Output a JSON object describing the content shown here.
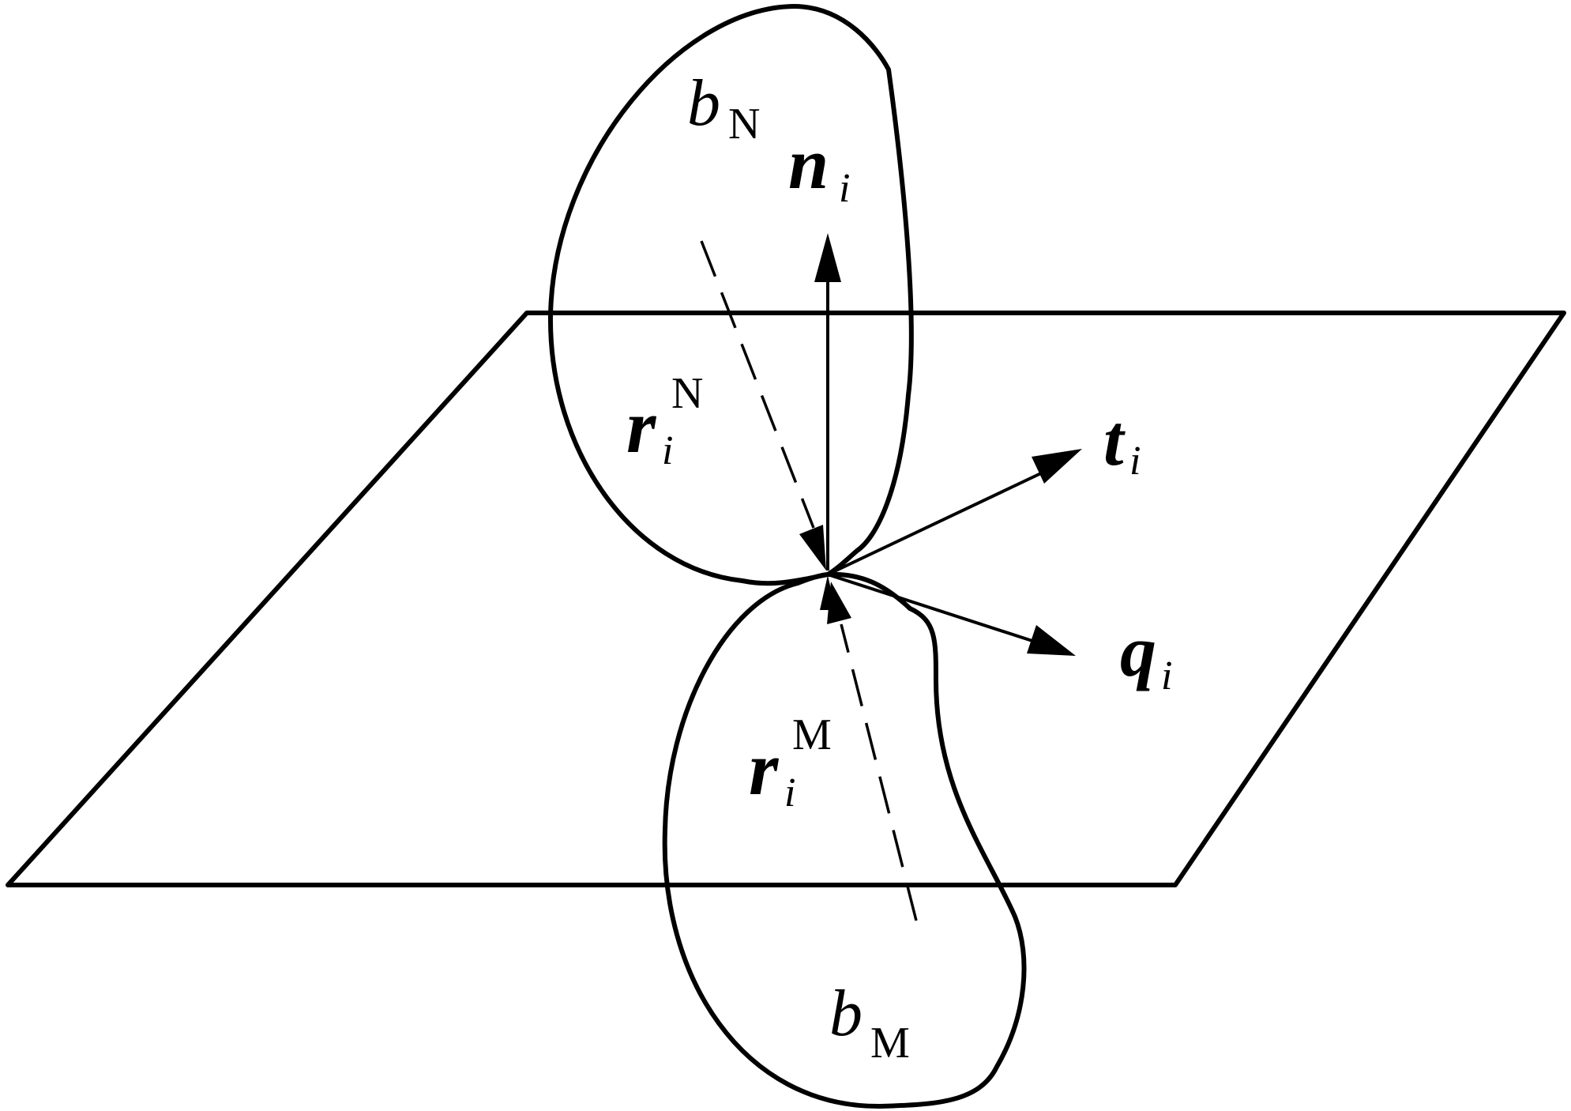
{
  "diagram": {
    "labels": {
      "body_n": {
        "base": "b",
        "sub": "N"
      },
      "body_m": {
        "base": "b",
        "sub": "M"
      },
      "normal": {
        "base": "n",
        "sub": "i"
      },
      "tangent_t": {
        "base": "t",
        "sub": "i"
      },
      "tangent_q": {
        "base": "q",
        "sub": "i"
      },
      "radius_n": {
        "base": "r",
        "sub": "i",
        "sup": "N"
      },
      "radius_m": {
        "base": "r",
        "sub": "i",
        "sup": "M"
      }
    }
  }
}
